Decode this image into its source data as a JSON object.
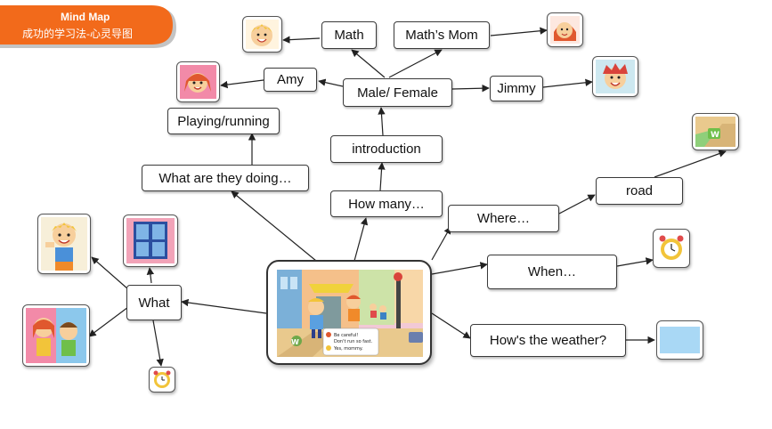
{
  "banner": {
    "title": "Mind Map",
    "subtitle": "成功的学习法-心灵导图",
    "color": "#f26a1b"
  },
  "nodes": {
    "what": "What",
    "what_doing": "What are they doing…",
    "playing": "Playing/running",
    "how_many": "How many…",
    "introduction": "introduction",
    "male_female": "Male/ Female",
    "amy": "Amy",
    "math": "Math",
    "maths_mom": "Math’s Mom",
    "jimmy": "Jimmy",
    "where": "Where…",
    "road": "road",
    "when": "When…",
    "weather": "How's the weather?"
  },
  "central_scene": {
    "bubble_lines": [
      "Be careful!",
      "Don't run so fast.",
      "Yes, mommy."
    ],
    "sign_letter": "W"
  },
  "pictures": {
    "road_sign_letter": "W"
  },
  "colors": {
    "line": "#222222",
    "sky": "#a9d8f5"
  }
}
